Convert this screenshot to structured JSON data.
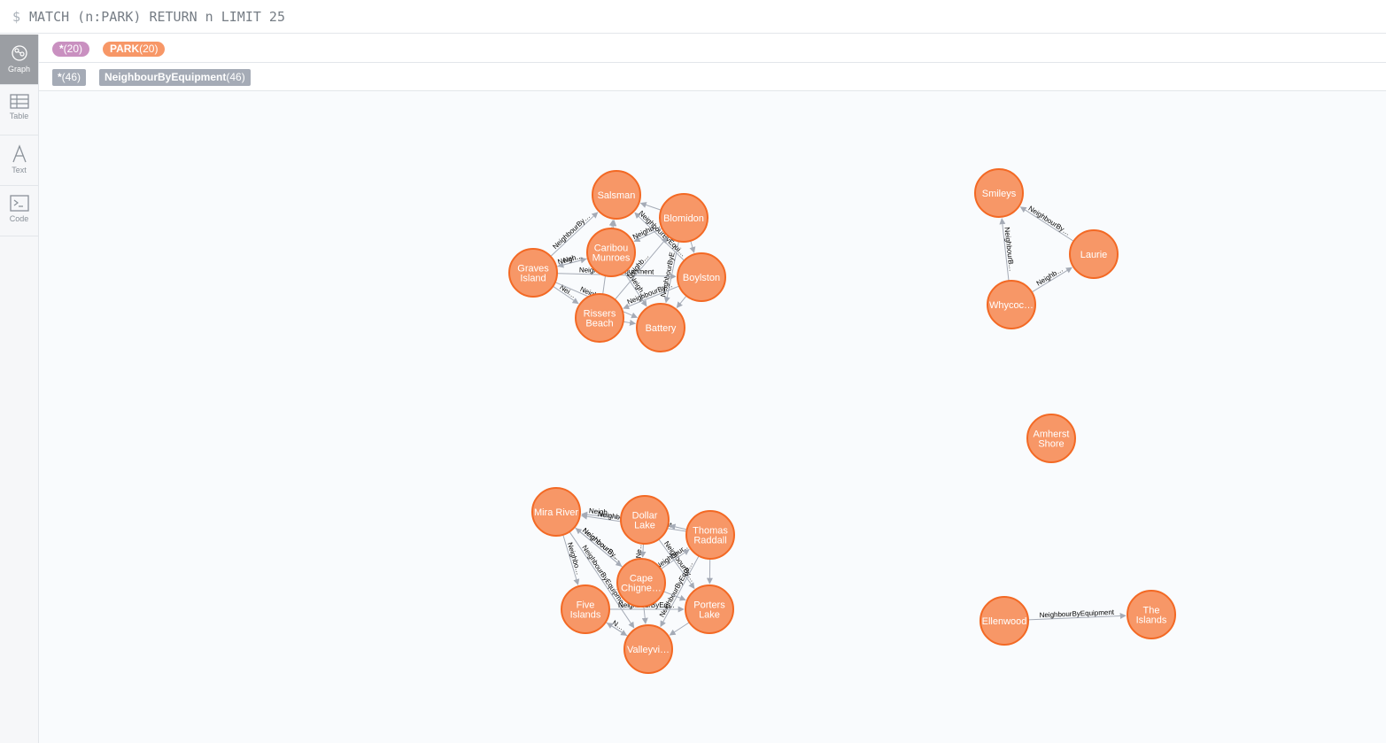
{
  "query": {
    "prompt": "$",
    "text": "MATCH (n:PARK) RETURN n LIMIT 25"
  },
  "sidebar": {
    "items": [
      {
        "label": "Graph",
        "icon": "graph-icon",
        "active": true
      },
      {
        "label": "Table",
        "icon": "table-icon",
        "active": false
      },
      {
        "label": "Text",
        "icon": "text-icon",
        "active": false
      },
      {
        "label": "Code",
        "icon": "code-icon",
        "active": false
      }
    ]
  },
  "legend": {
    "node_all": {
      "name": "*",
      "count": "(20)",
      "color": "#c990c0"
    },
    "node_park": {
      "name": "PARK",
      "count": "(20)",
      "color": "#f79767"
    },
    "rel_all": {
      "name": "*",
      "count": "(46)"
    },
    "rel_type": {
      "name": "NeighbourByEquipment",
      "count": "(46)"
    }
  },
  "colors": {
    "node_fill": "#f79767",
    "node_stroke": "#f36924",
    "edge": "#a5abb6"
  },
  "graph": {
    "nodes": [
      {
        "id": "salsman",
        "lines": [
          "Salsman"
        ]
      },
      {
        "id": "blomidon",
        "lines": [
          "Blomidon"
        ]
      },
      {
        "id": "caribou",
        "lines": [
          "Caribou",
          "Munroes"
        ]
      },
      {
        "id": "graves",
        "lines": [
          "Graves",
          "Island"
        ]
      },
      {
        "id": "boylston",
        "lines": [
          "Boylston"
        ]
      },
      {
        "id": "rissers",
        "lines": [
          "Rissers",
          "Beach"
        ]
      },
      {
        "id": "battery",
        "lines": [
          "Battery"
        ]
      },
      {
        "id": "smileys",
        "lines": [
          "Smileys"
        ]
      },
      {
        "id": "laurie",
        "lines": [
          "Laurie"
        ]
      },
      {
        "id": "whycoc",
        "lines": [
          "Whycoc…"
        ]
      },
      {
        "id": "amherst",
        "lines": [
          "Amherst",
          "Shore"
        ]
      },
      {
        "id": "mira",
        "lines": [
          "Mira River"
        ]
      },
      {
        "id": "dollar",
        "lines": [
          "Dollar",
          "Lake"
        ]
      },
      {
        "id": "thomas",
        "lines": [
          "Thomas",
          "Raddall"
        ]
      },
      {
        "id": "cape",
        "lines": [
          "Cape",
          "Chigne…"
        ]
      },
      {
        "id": "five",
        "lines": [
          "Five",
          "Islands"
        ]
      },
      {
        "id": "porters",
        "lines": [
          "Porters",
          "Lake"
        ]
      },
      {
        "id": "valley",
        "lines": [
          "Valleyvi…"
        ]
      },
      {
        "id": "ellenwood",
        "lines": [
          "Ellenwood"
        ]
      },
      {
        "id": "islands",
        "lines": [
          "The",
          "Islands"
        ]
      }
    ],
    "edges": [
      {
        "from": "graves",
        "to": "salsman",
        "label": "NeighbourBy…"
      },
      {
        "from": "blomidon",
        "to": "salsman",
        "label": ""
      },
      {
        "from": "caribou",
        "to": "salsman",
        "label": ""
      },
      {
        "from": "blomidon",
        "to": "caribou",
        "label": "Neighb…"
      },
      {
        "from": "blomidon",
        "to": "boylston",
        "label": ""
      },
      {
        "from": "blomidon",
        "to": "battery",
        "label": "NeighbourByE…"
      },
      {
        "from": "caribou",
        "to": "graves",
        "label": "Nei…"
      },
      {
        "from": "graves",
        "to": "caribou",
        "label": "Neigh…"
      },
      {
        "from": "graves",
        "to": "boylston",
        "label": "NeighbourByEquipment"
      },
      {
        "from": "graves",
        "to": "rissers",
        "label": "Nei…"
      },
      {
        "from": "graves",
        "to": "battery",
        "label": "Neighbou…"
      },
      {
        "from": "caribou",
        "to": "battery",
        "label": "Neigh…"
      },
      {
        "from": "boylston",
        "to": "salsman",
        "label": "NeighbourByEqui…"
      },
      {
        "from": "boylston",
        "to": "battery",
        "label": ""
      },
      {
        "from": "boylston",
        "to": "rissers",
        "label": "NeighbourBy…"
      },
      {
        "from": "rissers",
        "to": "battery",
        "label": ""
      },
      {
        "from": "rissers",
        "to": "salsman",
        "label": "Neigh…"
      },
      {
        "from": "rissers",
        "to": "blomidon",
        "label": "Neighb…"
      },
      {
        "from": "laurie",
        "to": "smileys",
        "label": "NeighbourBy…"
      },
      {
        "from": "whycoc",
        "to": "smileys",
        "label": "NeighbourB…"
      },
      {
        "from": "whycoc",
        "to": "laurie",
        "label": "Neighb…"
      },
      {
        "from": "dollar",
        "to": "mira",
        "label": "Neigh…"
      },
      {
        "from": "thomas",
        "to": "mira",
        "label": "NeighbourByEquipment"
      },
      {
        "from": "thomas",
        "to": "dollar",
        "label": ""
      },
      {
        "from": "mira",
        "to": "five",
        "label": "Neighbo…"
      },
      {
        "from": "mira",
        "to": "valley",
        "label": "NeighbourByEquipme…"
      },
      {
        "from": "mira",
        "to": "cape",
        "label": "NeighbourB…"
      },
      {
        "from": "cape",
        "to": "mira",
        "label": "NeighbourBy…"
      },
      {
        "from": "dollar",
        "to": "cape",
        "label": "Ne…"
      },
      {
        "from": "dollar",
        "to": "porters",
        "label": "NeighbourBy…"
      },
      {
        "from": "thomas",
        "to": "porters",
        "label": ""
      },
      {
        "from": "thomas",
        "to": "valley",
        "label": "NeighbourByEqui…"
      },
      {
        "from": "cape",
        "to": "thomas",
        "label": "Neighbour…"
      },
      {
        "from": "cape",
        "to": "valley",
        "label": ""
      },
      {
        "from": "cape",
        "to": "porters",
        "label": ""
      },
      {
        "from": "five",
        "to": "porters",
        "label": "NeighbourByEq…"
      },
      {
        "from": "five",
        "to": "valley",
        "label": "N…"
      },
      {
        "from": "porters",
        "to": "valley",
        "label": ""
      },
      {
        "from": "valley",
        "to": "five",
        "label": ""
      },
      {
        "from": "ellenwood",
        "to": "islands",
        "label": "NeighbourByEquipment"
      }
    ]
  }
}
